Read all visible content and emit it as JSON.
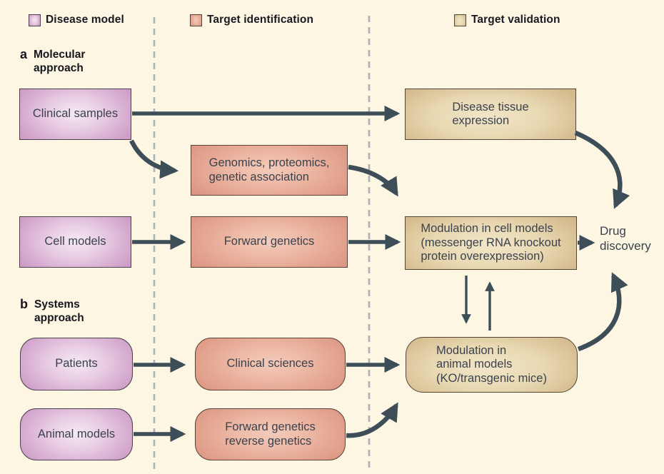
{
  "legend": {
    "items": [
      {
        "label": "Disease model",
        "type": "disease-model",
        "color_edge": "#c48fbd",
        "color_center": "#f5e9f3"
      },
      {
        "label": "Target identification",
        "type": "target-identification",
        "color_edge": "#d78c7b",
        "color_center": "#f3cab9"
      },
      {
        "label": "Target validation",
        "type": "target-validation",
        "color_edge": "#c9ad7e",
        "color_center": "#f2e6c9"
      }
    ]
  },
  "sections": {
    "a": {
      "letter": "a",
      "title": "Molecular\napproach"
    },
    "b": {
      "letter": "b",
      "title": "Systems\napproach"
    }
  },
  "nodes": {
    "clinical_samples": {
      "label": "Clinical samples",
      "type": "disease-model"
    },
    "genomics": {
      "label": "Genomics, proteomics,\ngenetic association",
      "type": "target-identification"
    },
    "disease_tissue": {
      "label": "Disease tissue\nexpression",
      "type": "target-validation"
    },
    "cell_models": {
      "label": "Cell models",
      "type": "disease-model"
    },
    "forward_genetics": {
      "label": "Forward genetics",
      "type": "target-identification"
    },
    "modulation_cell": {
      "label": "Modulation in cell models\n(messenger RNA knockout\nprotein overexpression)",
      "type": "target-validation"
    },
    "patients": {
      "label": "Patients",
      "type": "disease-model"
    },
    "clinical_sciences": {
      "label": "Clinical sciences",
      "type": "target-identification"
    },
    "animal_models": {
      "label": "Animal models",
      "type": "disease-model"
    },
    "forward_reverse": {
      "label": "Forward genetics\nreverse genetics",
      "type": "target-identification"
    },
    "modulation_animal": {
      "label": "Modulation in\nanimal models\n(KO/transgenic mice)",
      "type": "target-validation"
    },
    "drug_discovery": {
      "label": "Drug\ndiscovery"
    }
  },
  "connections": [
    {
      "from": "clinical_samples",
      "to": "disease_tissue"
    },
    {
      "from": "clinical_samples",
      "to": "genomics"
    },
    {
      "from": "genomics",
      "to": "modulation_cell"
    },
    {
      "from": "cell_models",
      "to": "forward_genetics"
    },
    {
      "from": "forward_genetics",
      "to": "modulation_cell"
    },
    {
      "from": "disease_tissue",
      "to": "drug_discovery"
    },
    {
      "from": "modulation_cell",
      "to": "drug_discovery"
    },
    {
      "from": "modulation_cell",
      "to": "modulation_animal"
    },
    {
      "from": "modulation_animal",
      "to": "modulation_cell"
    },
    {
      "from": "patients",
      "to": "clinical_sciences"
    },
    {
      "from": "animal_models",
      "to": "forward_reverse"
    },
    {
      "from": "clinical_sciences",
      "to": "modulation_animal"
    },
    {
      "from": "forward_reverse",
      "to": "modulation_animal"
    },
    {
      "from": "modulation_animal",
      "to": "drug_discovery"
    }
  ],
  "colors": {
    "background": "#fdf6e2",
    "arrow": "#3e4e59",
    "divider": "#a9b3ba",
    "box_text": "#3a424e",
    "heading_text": "#191a22"
  }
}
